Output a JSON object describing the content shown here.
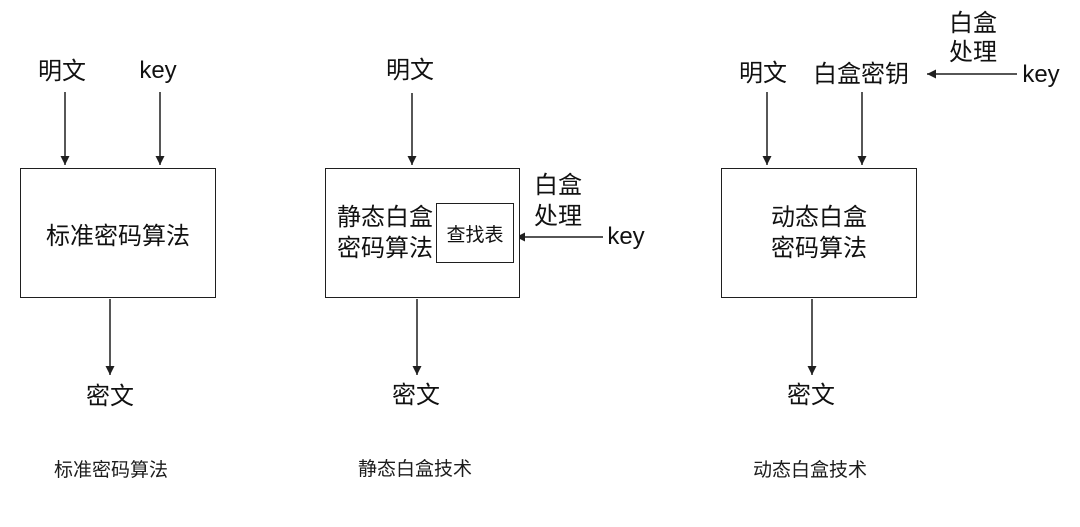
{
  "colors": {
    "background": "#ffffff",
    "line": "#1f1f1f",
    "text": "#111111"
  },
  "diagram_standard": {
    "input_plaintext": "明文",
    "input_key": "key",
    "box_label": "标准密码算法",
    "output": "密文",
    "caption": "标准密码算法"
  },
  "diagram_static": {
    "input_plaintext": "明文",
    "box_line1": "静态白盒",
    "box_line2": "密码算法",
    "lookup_table": "查找表",
    "process_line1": "白盒",
    "process_line2": "处理",
    "input_key": "key",
    "output": "密文",
    "caption": "静态白盒技术"
  },
  "diagram_dynamic": {
    "input_plaintext": "明文",
    "input_whitebox_key": "白盒密钥",
    "process_line1": "白盒",
    "process_line2": "处理",
    "input_key": "key",
    "box_line1": "动态白盒",
    "box_line2": "密码算法",
    "output": "密文",
    "caption": "动态白盒技术"
  }
}
